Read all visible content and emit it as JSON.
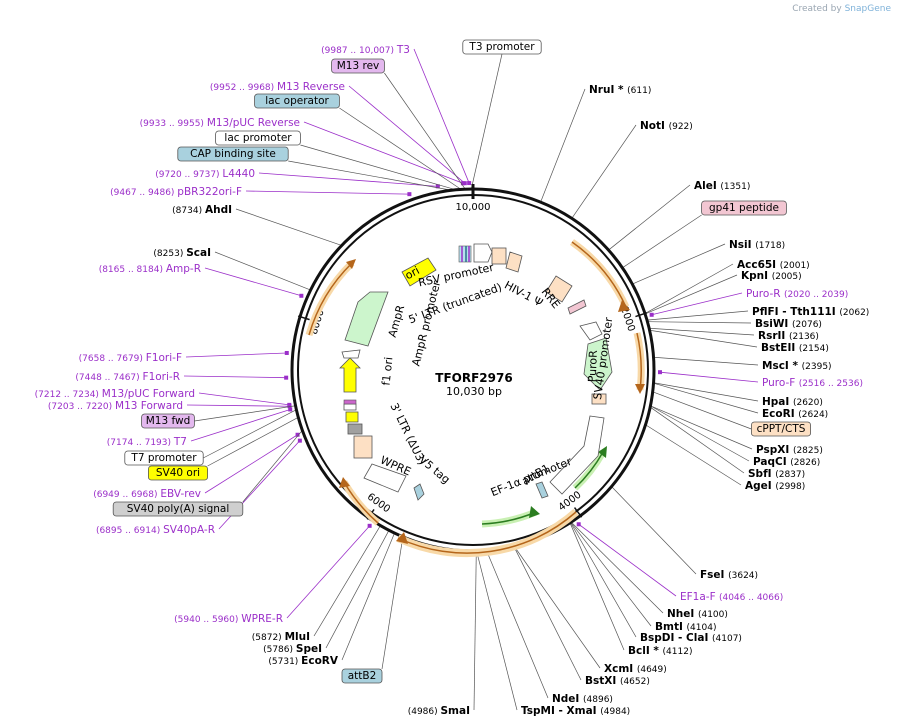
{
  "credit": {
    "prefix": "Created by",
    "brand": "SnapGene"
  },
  "plasmid": {
    "name": "TFORF2976",
    "length_label": "10,030 bp",
    "length": 10030
  },
  "ticks": [
    {
      "bp": 0,
      "label": "10,000"
    },
    {
      "bp": 2000,
      "label": "2000"
    },
    {
      "bp": 4000,
      "label": "4000"
    },
    {
      "bp": 6000,
      "label": "6000"
    },
    {
      "bp": 8000,
      "label": "8000"
    }
  ],
  "sites": [
    {
      "name": "NruI *",
      "pos": "(611)",
      "bp": 611,
      "anchor": "left"
    },
    {
      "name": "NotI",
      "pos": "(922)",
      "bp": 922,
      "anchor": "left"
    },
    {
      "name": "AleI",
      "pos": "(1351)",
      "bp": 1351,
      "anchor": "left"
    },
    {
      "name": "NsiI",
      "pos": "(1718)",
      "bp": 1718,
      "anchor": "left"
    },
    {
      "name": "Acc65I",
      "pos": "(2001)",
      "bp": 2001,
      "anchor": "left"
    },
    {
      "name": "KpnI",
      "pos": "(2005)",
      "bp": 2005,
      "anchor": "left"
    },
    {
      "name": "PflFI - Tth111I",
      "pos": "(2062)",
      "bp": 2062,
      "anchor": "left"
    },
    {
      "name": "BsiWI",
      "pos": "(2076)",
      "bp": 2076,
      "anchor": "left"
    },
    {
      "name": "RsrII",
      "pos": "(2136)",
      "bp": 2136,
      "anchor": "left"
    },
    {
      "name": "BstEII",
      "pos": "(2154)",
      "bp": 2154,
      "anchor": "left"
    },
    {
      "name": "MscI *",
      "pos": "(2395)",
      "bp": 2395,
      "anchor": "left"
    },
    {
      "name": "HpaI",
      "pos": "(2620)",
      "bp": 2620,
      "anchor": "left"
    },
    {
      "name": "EcoRI",
      "pos": "(2624)",
      "bp": 2624,
      "anchor": "left"
    },
    {
      "name": "PspXI",
      "pos": "(2825)",
      "bp": 2825,
      "anchor": "left"
    },
    {
      "name": "PaqCI",
      "pos": "(2826)",
      "bp": 2826,
      "anchor": "left"
    },
    {
      "name": "SbfI",
      "pos": "(2837)",
      "bp": 2837,
      "anchor": "left"
    },
    {
      "name": "AgeI",
      "pos": "(2998)",
      "bp": 2998,
      "anchor": "left"
    },
    {
      "name": "FseI",
      "pos": "(3624)",
      "bp": 3624,
      "anchor": "left"
    },
    {
      "name": "NheI",
      "pos": "(4100)",
      "bp": 4100,
      "anchor": "left"
    },
    {
      "name": "BmtI",
      "pos": "(4104)",
      "bp": 4104,
      "anchor": "left"
    },
    {
      "name": "BspDI - ClaI",
      "pos": "(4107)",
      "bp": 4107,
      "anchor": "left"
    },
    {
      "name": "BclI *",
      "pos": "(4112)",
      "bp": 4112,
      "anchor": "left"
    },
    {
      "name": "XcmI",
      "pos": "(4649)",
      "bp": 4649,
      "anchor": "left"
    },
    {
      "name": "BstXI",
      "pos": "(4652)",
      "bp": 4652,
      "anchor": "left"
    },
    {
      "name": "NdeI",
      "pos": "(4896)",
      "bp": 4896,
      "anchor": "left"
    },
    {
      "name": "TspMI - XmaI",
      "pos": "(4984)",
      "bp": 4984,
      "anchor": "left"
    },
    {
      "name": "SmaI",
      "pos": "(4986)",
      "bp": 4986,
      "anchor": "right"
    },
    {
      "name": "EcoRV",
      "pos": "(5731)",
      "bp": 5731,
      "anchor": "right"
    },
    {
      "name": "SpeI",
      "pos": "(5786)",
      "bp": 5786,
      "anchor": "right"
    },
    {
      "name": "MluI",
      "pos": "(5872)",
      "bp": 5872,
      "anchor": "right"
    },
    {
      "name": "ScaI",
      "pos": "(8253)",
      "bp": 8253,
      "anchor": "right"
    },
    {
      "name": "AhdI",
      "pos": "(8734)",
      "bp": 8734,
      "anchor": "right"
    }
  ],
  "primers": [
    {
      "name": "T3",
      "pos": "(9987 .. 10,007)",
      "bp": 9997,
      "anchor": "right"
    },
    {
      "name": "M13 Reverse",
      "pos": "(9952 .. 9968)",
      "bp": 9960,
      "anchor": "right"
    },
    {
      "name": "M13/pUC Reverse",
      "pos": "(9933 .. 9955)",
      "bp": 9944,
      "anchor": "right"
    },
    {
      "name": "L4440",
      "pos": "(9720 .. 9737)",
      "bp": 9728,
      "anchor": "right"
    },
    {
      "name": "pBR322ori-F",
      "pos": "(9467 .. 9486)",
      "bp": 9476,
      "anchor": "right"
    },
    {
      "name": "Amp-R",
      "pos": "(8165 .. 8184)",
      "bp": 8174,
      "anchor": "right"
    },
    {
      "name": "F1ori-F",
      "pos": "(7658 .. 7679)",
      "bp": 7668,
      "anchor": "right"
    },
    {
      "name": "F1ori-R",
      "pos": "(7448 .. 7467)",
      "bp": 7457,
      "anchor": "right"
    },
    {
      "name": "M13/pUC Forward",
      "pos": "(7212 .. 7234)",
      "bp": 7223,
      "anchor": "right"
    },
    {
      "name": "M13 Forward",
      "pos": "(7203 .. 7220)",
      "bp": 7211,
      "anchor": "right"
    },
    {
      "name": "T7",
      "pos": "(7174 .. 7193)",
      "bp": 7183,
      "anchor": "right"
    },
    {
      "name": "EBV-rev",
      "pos": "(6949 .. 6968)",
      "bp": 6958,
      "anchor": "right"
    },
    {
      "name": "SV40pA-R",
      "pos": "(6895 .. 6914)",
      "bp": 6904,
      "anchor": "right"
    },
    {
      "name": "WPRE-R",
      "pos": "(5940 .. 5960)",
      "bp": 5950,
      "anchor": "right"
    },
    {
      "name": "Puro-R",
      "pos": "(2020 .. 2039)",
      "bp": 2029,
      "anchor": "left"
    },
    {
      "name": "Puro-F",
      "pos": "(2516 .. 2536)",
      "bp": 2526,
      "anchor": "left"
    },
    {
      "name": "EF1a-F",
      "pos": "(4046 .. 4066)",
      "bp": 4056,
      "anchor": "left"
    }
  ],
  "boxes": [
    {
      "name": "T3 promoter",
      "bp": 10015,
      "fill": "#ffffff"
    },
    {
      "name": "M13 rev",
      "bp": 9962,
      "fill": "#e3b8ee"
    },
    {
      "name": "lac operator",
      "bp": 9925,
      "fill": "#a9d1de"
    },
    {
      "name": "lac promoter",
      "bp": 9880,
      "fill": "#ffffff"
    },
    {
      "name": "CAP binding site",
      "bp": 9840,
      "fill": "#a9d1de"
    },
    {
      "name": "gp41 peptide",
      "bp": 1550,
      "fill": "#f2c6d2"
    },
    {
      "name": "cPPT/CTS",
      "bp": 2700,
      "fill": "#fde0c4"
    },
    {
      "name": "M13 fwd",
      "bp": 7205,
      "fill": "#e3b8ee"
    },
    {
      "name": "T7 promoter",
      "bp": 7170,
      "fill": "#ffffff"
    },
    {
      "name": "SV40 ori",
      "bp": 7100,
      "fill": "#ffff00"
    },
    {
      "name": "SV40 poly(A) signal",
      "bp": 6980,
      "fill": "#cfcfcf"
    },
    {
      "name": "attB2",
      "bp": 5650,
      "fill": "#a9d1de"
    }
  ],
  "features": [
    {
      "name": "ori",
      "color": "#ffff00"
    },
    {
      "name": "RSV promoter",
      "color": "#ffffff"
    },
    {
      "name": "5' LTR (truncated)",
      "color": "#fde0c4"
    },
    {
      "name": "HIV-1 Ψ",
      "color": "#fde0c4"
    },
    {
      "name": "RRE",
      "color": "#fde0c4"
    },
    {
      "name": "AmpR",
      "color": "#ccf5cc"
    },
    {
      "name": "AmpR promoter",
      "color": "#ffffff"
    },
    {
      "name": "f1 ori",
      "color": "#ffff00"
    },
    {
      "name": "SV40 promoter",
      "color": "#ffffff"
    },
    {
      "name": "PuroR",
      "color": "#ccf5cc"
    },
    {
      "name": "EF-1α promoter",
      "color": "#ffffff"
    },
    {
      "name": "attB1",
      "color": "#a9d1de"
    },
    {
      "name": "3' LTR (ΔU3)",
      "color": "#fde0c4"
    },
    {
      "name": "WPRE",
      "color": "#ffffff"
    },
    {
      "name": "V5 tag",
      "color": "#a9d1de"
    }
  ],
  "colors": {
    "site": "#000000",
    "primer": "#9b2fc9",
    "orf": "#f0a23c",
    "orf_alt": "#38a630",
    "backbone": "#111111"
  }
}
